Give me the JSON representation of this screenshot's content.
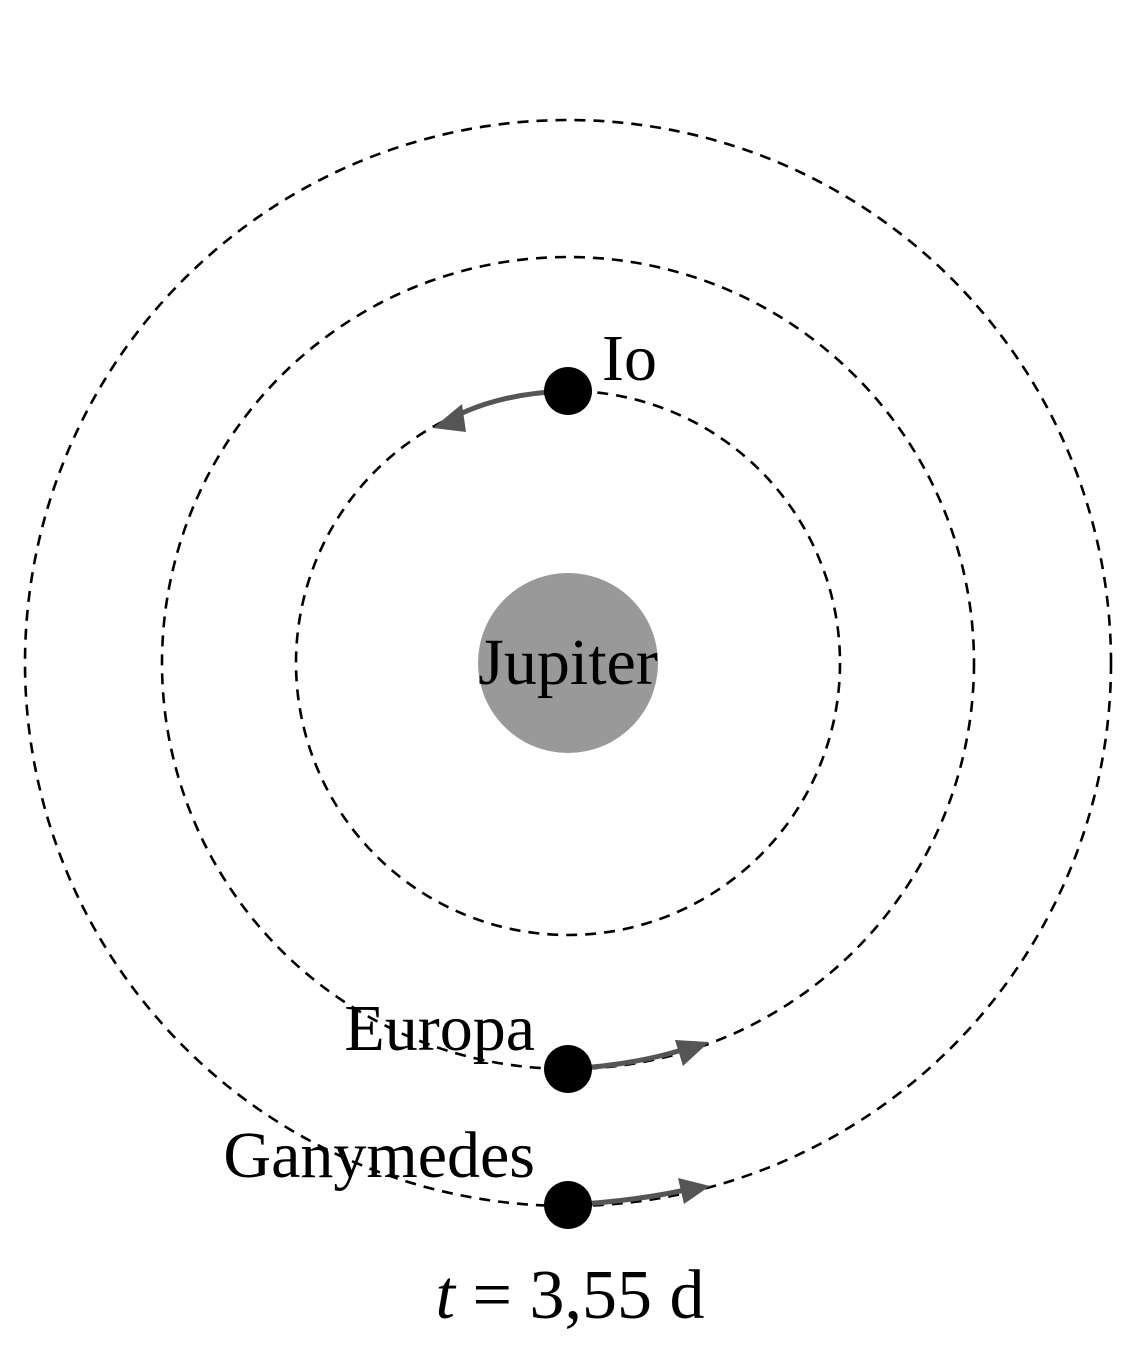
{
  "planet": {
    "name": "Jupiter"
  },
  "moons": [
    {
      "name": "Io"
    },
    {
      "name": "Europa"
    },
    {
      "name": "Ganymedes"
    }
  ],
  "time": {
    "symbol": "t",
    "equals": " = ",
    "value": "3,55",
    "unit": "d"
  },
  "colors": {
    "planet": "#999999",
    "moon": "#000000",
    "orbit": "#000000",
    "arrow": "#555555"
  }
}
